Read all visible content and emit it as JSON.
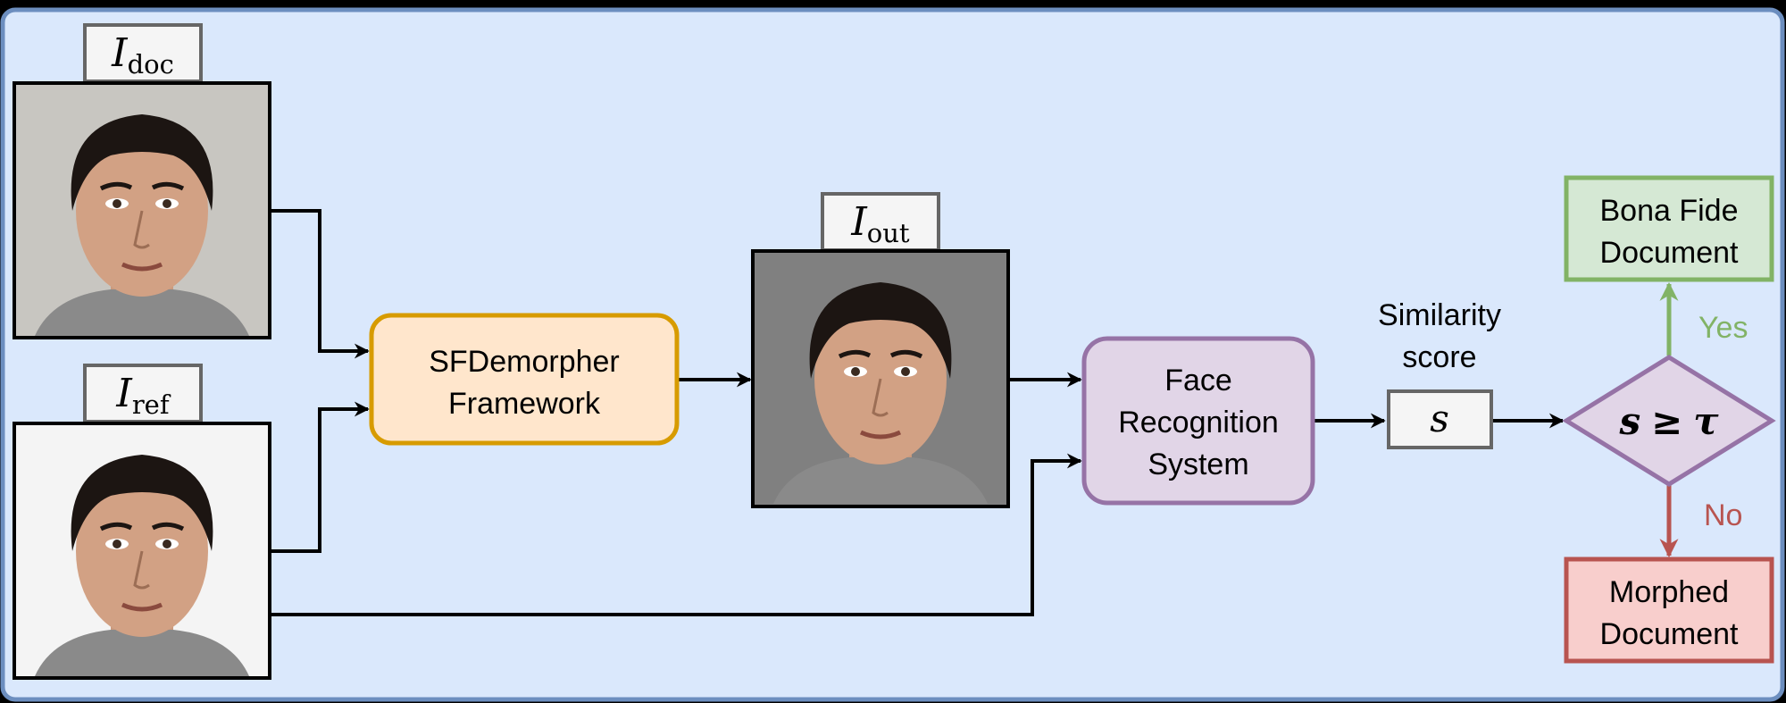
{
  "colors": {
    "background": "#dae8fc",
    "frame": "#6c8ebf",
    "process_fill": "#ffe6cc",
    "process_stroke": "#d79b00",
    "frs_fill": "#e1d5e7",
    "frs_stroke": "#9673a6",
    "bona_fide_fill": "#d5e8d4",
    "bona_fide_stroke": "#82b366",
    "morphed_fill": "#f8cecc",
    "morphed_stroke": "#b85450",
    "label_box_stroke": "#666666"
  },
  "images": {
    "doc": {
      "symbol": "I",
      "subscript": "doc",
      "icon": "face-photo-icon"
    },
    "ref": {
      "symbol": "I",
      "subscript": "ref",
      "icon": "face-photo-icon"
    },
    "out": {
      "symbol": "I",
      "subscript": "out",
      "icon": "face-photo-icon"
    }
  },
  "sfdemorpher": {
    "line1": "SFDemorpher",
    "line2": "Framework"
  },
  "frs": {
    "line1": "Face",
    "line2": "Recognition",
    "line3": "System"
  },
  "similarity": {
    "line1": "Similarity",
    "line2": "score",
    "symbol": "s"
  },
  "decision": {
    "lhs": "s",
    "op": "≥",
    "rhs": "τ",
    "yes": "Yes",
    "no": "No"
  },
  "outcomes": {
    "bona_fide": {
      "line1": "Bona Fide",
      "line2": "Document"
    },
    "morphed": {
      "line1": "Morphed",
      "line2": "Document"
    }
  }
}
